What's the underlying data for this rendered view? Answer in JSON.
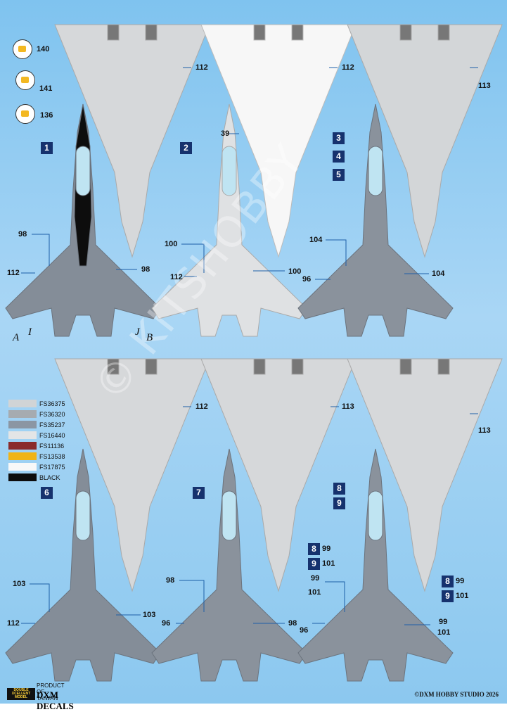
{
  "sheet": {
    "product_of": "PRODUCT OF TAIWAN",
    "brand": "DXM DECALS",
    "logo_text": [
      "DOUBLE",
      "XCELLENT",
      "MODEL"
    ],
    "copyright": "©DXM HOBBY STUDIO 2026",
    "watermark": "© KITSHOBBY"
  },
  "patches": [
    {
      "label": "140"
    },
    {
      "label": "141"
    },
    {
      "label": "136"
    }
  ],
  "badges": [
    "1",
    "2",
    "3",
    "4",
    "5",
    "6",
    "7",
    "8",
    "9",
    "8",
    "9",
    "8",
    "9"
  ],
  "inline_labels": [
    "99",
    "101",
    "99",
    "101"
  ],
  "callouts": [
    "112",
    "112",
    "113",
    "39",
    "98",
    "112",
    "98",
    "100",
    "112",
    "100",
    "104",
    "96",
    "104",
    "112",
    "113",
    "113",
    "103",
    "112",
    "103",
    "98",
    "96",
    "98",
    "99",
    "101",
    "96",
    "99",
    "101"
  ],
  "letters": [
    "A",
    "I",
    "J",
    "B"
  ],
  "colors": [
    {
      "code": "FS36375",
      "hex": "#d1d4d6"
    },
    {
      "code": "FS36320",
      "hex": "#a6abb0"
    },
    {
      "code": "FS35237",
      "hex": "#8b96a3"
    },
    {
      "code": "FS16440",
      "hex": "#e3e5e6"
    },
    {
      "code": "FS11136",
      "hex": "#8a2b2b"
    },
    {
      "code": "FS13538",
      "hex": "#f0b417"
    },
    {
      "code": "FS17875",
      "hex": "#f8f8f8"
    },
    {
      "code": "BLACK",
      "hex": "#0d0d0d"
    }
  ]
}
